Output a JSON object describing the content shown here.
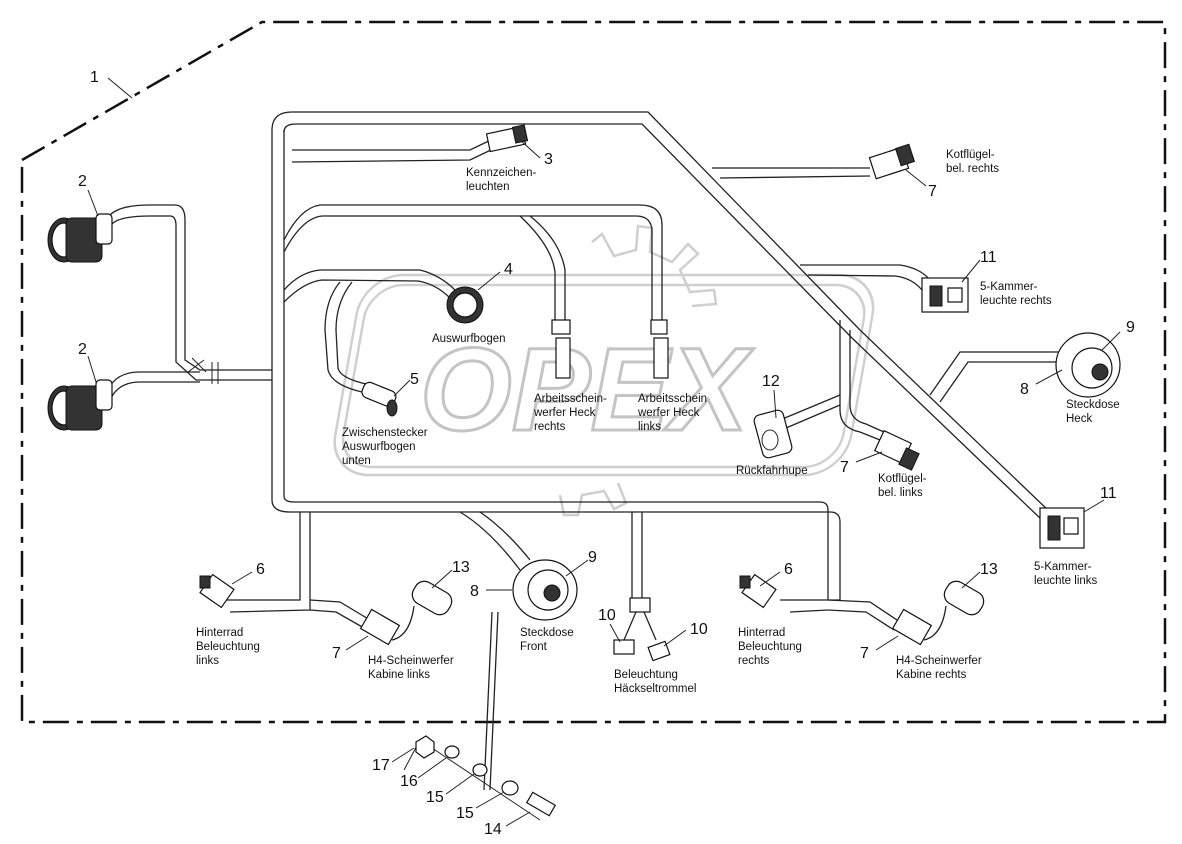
{
  "watermark": {
    "logo_text": "OPEX"
  },
  "callouts": {
    "c1": "1",
    "c2a": "2",
    "c2b": "2",
    "c3": "3",
    "c4": "4",
    "c5": "5",
    "c6a": "6",
    "c6b": "6",
    "c7a": "7",
    "c7b": "7",
    "c7c": "7",
    "c7d": "7",
    "c8a": "8",
    "c8b": "8",
    "c9a": "9",
    "c9b": "9",
    "c10a": "10",
    "c10b": "10",
    "c11a": "11",
    "c11b": "11",
    "c12": "12",
    "c13a": "13",
    "c13b": "13",
    "c14": "14",
    "c15a": "15",
    "c15b": "15",
    "c16": "16",
    "c17": "17"
  },
  "labels": {
    "kennzeichen": [
      "Kennzeichen-",
      "leuchten"
    ],
    "kotfluegel_rechts": [
      "Kotflügel-",
      "bel. rechts"
    ],
    "kammer_rechts": [
      "5-Kammer-",
      "leuchte rechts"
    ],
    "steckdose_heck": [
      "Steckdose",
      "Heck"
    ],
    "auswurfbogen": [
      "Auswurfbogen"
    ],
    "arbeits_rechts": [
      "Arbeitsschein-",
      "werfer Heck",
      "rechts"
    ],
    "arbeits_links": [
      "Arbeitsschein",
      "werfer Heck",
      "links"
    ],
    "zwischenstecker": [
      "Zwischenstecker",
      "Auswurfbogen",
      "unten"
    ],
    "rueckfahrhupe": [
      "Rückfahrhupe"
    ],
    "kotfluegel_links": [
      "Kotflügel-",
      "bel. links"
    ],
    "kammer_links": [
      "5-Kammer-",
      "leuchte links"
    ],
    "hinterrad_links": [
      "Hinterrad",
      "Beleuchtung",
      "links"
    ],
    "h4_links": [
      "H4-Scheinwerfer",
      "Kabine links"
    ],
    "steckdose_front": [
      "Steckdose",
      "Front"
    ],
    "beleuchtung_haeckseltrommel": [
      "Beleuchtung",
      "Häckseltrommel"
    ],
    "hinterrad_rechts": [
      "Hinterrad",
      "Beleuchtung",
      "rechts"
    ],
    "h4_rechts": [
      "H4-Scheinwerfer",
      "Kabine rechts"
    ]
  }
}
